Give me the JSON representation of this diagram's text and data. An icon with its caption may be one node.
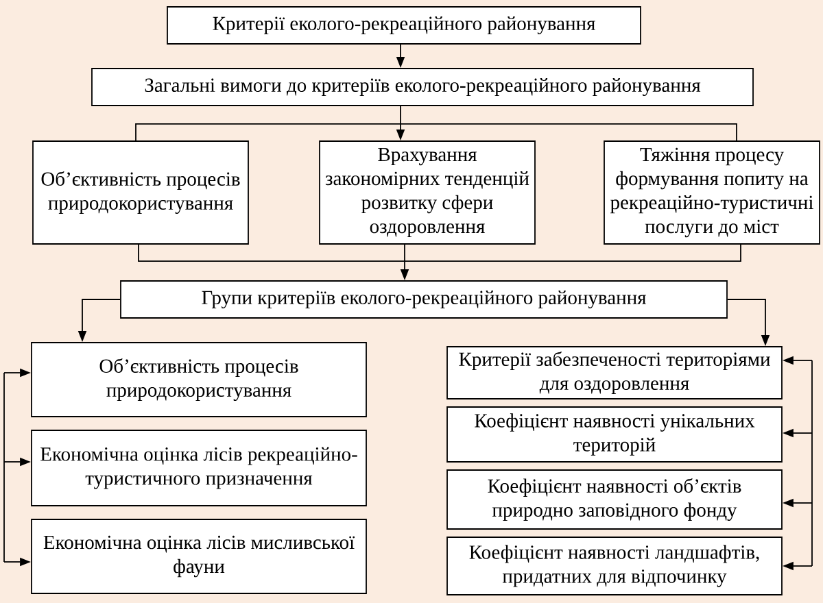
{
  "diagram": {
    "nodes": [
      {
        "text": [
          "Критерії еколого-рекреаційного районування"
        ]
      },
      {
        "text": [
          "Загальні вимоги до критеріїв еколого-рекреаційного районування"
        ]
      },
      {
        "text": [
          "Об’єктивність процесів природокористування"
        ]
      },
      {
        "text": [
          "Врахування закономірних тенденцій розвитку сфери оздоровлення"
        ]
      },
      {
        "text": [
          "Тяжіння процесу формування попиту на рекреаційно-туристичні послуги до міст"
        ]
      },
      {
        "text": [
          "Групи критеріїв еколого-рекреаційного районування"
        ]
      },
      {
        "text": [
          "Об’єктивність процесів природокористування"
        ]
      },
      {
        "text": [
          "Економічна оцінка лісів рекреаційно-туристичного призначення"
        ]
      },
      {
        "text": [
          "Економічна оцінка лісів мисливської фауни"
        ]
      },
      {
        "text": [
          "Критерії забезпеченості територіями для оздоровлення"
        ]
      },
      {
        "text": [
          "Коефіцієнт наявності унікальних територій"
        ]
      },
      {
        "text": [
          "Коефіцієнт наявності об’єктів природно заповідного фонду"
        ]
      },
      {
        "text": [
          "Коефіцієнт наявності ландшафтів, придатних для відпочинку"
        ]
      }
    ],
    "edges": [
      {
        "from": 0,
        "to": 1,
        "arrow": "to"
      },
      {
        "from": 1,
        "to": 2,
        "arrow": "none"
      },
      {
        "from": 1,
        "to": 3,
        "arrow": "to"
      },
      {
        "from": 1,
        "to": 4,
        "arrow": "none"
      },
      {
        "from": 2,
        "to": 5,
        "arrow": "to"
      },
      {
        "from": 3,
        "to": 5,
        "arrow": "to"
      },
      {
        "from": 4,
        "to": 5,
        "arrow": "to"
      },
      {
        "from": 5,
        "to": 6,
        "arrow": "to"
      },
      {
        "from": 5,
        "to": 9,
        "arrow": "to"
      },
      {
        "from": null,
        "to": 6,
        "arrow": "to"
      },
      {
        "from": null,
        "to": 7,
        "arrow": "to"
      },
      {
        "from": null,
        "to": 8,
        "arrow": "to"
      },
      {
        "from": null,
        "to": 9,
        "arrow": "to"
      },
      {
        "from": null,
        "to": 10,
        "arrow": "to"
      },
      {
        "from": null,
        "to": 11,
        "arrow": "to"
      },
      {
        "from": null,
        "to": 12,
        "arrow": "to"
      }
    ]
  }
}
